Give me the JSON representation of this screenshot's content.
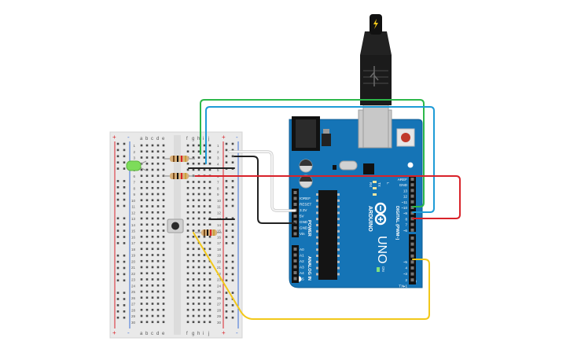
{
  "breadboard": {
    "column_letters": [
      "a",
      "b",
      "c",
      "d",
      "e",
      "f",
      "g",
      "h",
      "i",
      "j"
    ],
    "row_numbers": [
      "1",
      "2",
      "3",
      "4",
      "5",
      "6",
      "7",
      "8",
      "9",
      "10",
      "11",
      "12",
      "13",
      "14",
      "15",
      "16",
      "17",
      "18",
      "19",
      "20",
      "21",
      "22",
      "23",
      "24",
      "25",
      "26",
      "27",
      "28",
      "29",
      "30"
    ],
    "rail_plus": "+",
    "rail_minus": "-"
  },
  "arduino": {
    "brand": "ARDUINO",
    "model": "UNO",
    "on_label": "ON",
    "power_header_title": "POWER",
    "analog_header_title": "ANALOG IN",
    "digital_header_title": "DIGITAL (PWM~)",
    "power_pins": [
      "IOREF",
      "RESET",
      "3.3V",
      "5V",
      "GND",
      "GND",
      "Vin"
    ],
    "analog_pins": [
      "A0",
      "A1",
      "A2",
      "A3",
      "A4",
      "A5"
    ],
    "digital_pins": [
      "AREF",
      "GND",
      "13",
      "12",
      "~11",
      "~10",
      "~9",
      "8",
      "7",
      "~6",
      "~5",
      "4",
      "~3",
      "2",
      "TX▸1",
      "RX◂0"
    ],
    "led_labels": [
      "L",
      "TX",
      "RX"
    ]
  },
  "colors": {
    "wire_green": "#2db84a",
    "wire_blue": "#1e9bd7",
    "wire_red": "#d9232a",
    "wire_yellow": "#f2c81a",
    "wire_black": "#222222",
    "wire_white": "#e6e6e6",
    "board_blue": "#1574b6",
    "breadboard_body": "#e9e9e9",
    "rail_red": "#d9232a",
    "rail_blue": "#3a6fd8"
  }
}
